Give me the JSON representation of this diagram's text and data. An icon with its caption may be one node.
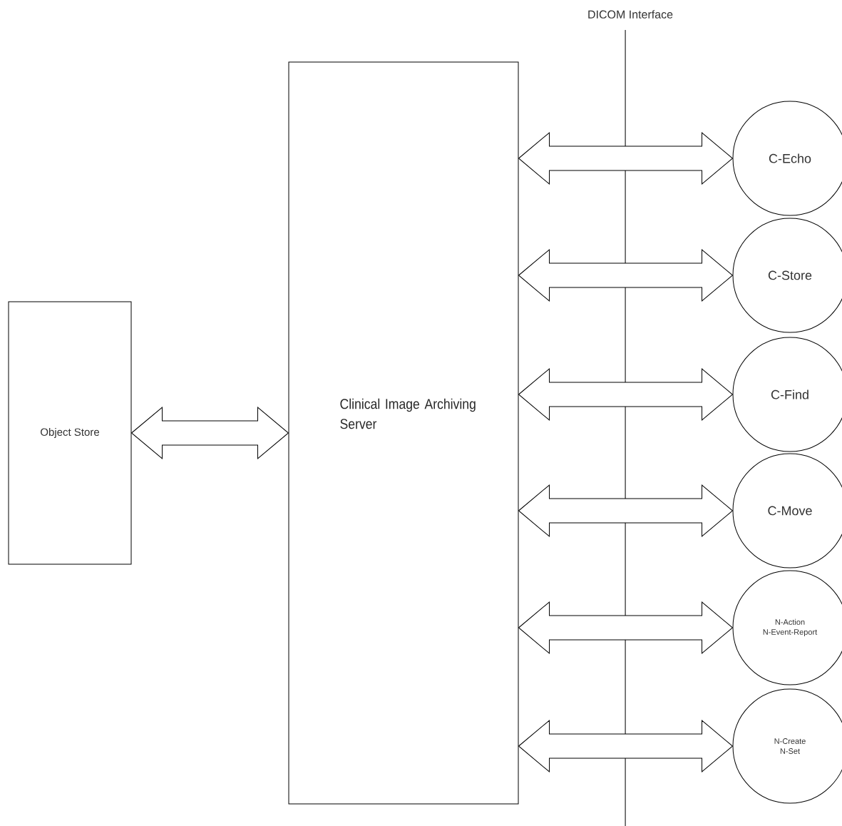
{
  "diagram": {
    "nodes": [
      {
        "text": [
          "Object Store"
        ]
      },
      {
        "text": [
          "Clinical  Image Archiving Server"
        ]
      },
      {
        "text": [
          "C-Echo"
        ]
      },
      {
        "text": [
          "C-Store"
        ]
      },
      {
        "text": [
          "C-Find"
        ]
      },
      {
        "text": [
          "C-Move"
        ]
      },
      {
        "text": [
          "N-Action",
          "N-Event-Report"
        ]
      },
      {
        "text": [
          "N-Create",
          "N-Set"
        ]
      }
    ],
    "edges": [
      {
        "from": 0,
        "to": 1,
        "arrow": "both"
      },
      {
        "from": 1,
        "to": 2,
        "arrow": "both"
      },
      {
        "from": 1,
        "to": 3,
        "arrow": "both"
      },
      {
        "from": 1,
        "to": 4,
        "arrow": "both"
      },
      {
        "from": 1,
        "to": 5,
        "arrow": "both"
      },
      {
        "from": 1,
        "to": 6,
        "arrow": "both"
      },
      {
        "from": 1,
        "to": 7,
        "arrow": "both"
      }
    ],
    "labels": [
      "DICOM Interface"
    ]
  }
}
